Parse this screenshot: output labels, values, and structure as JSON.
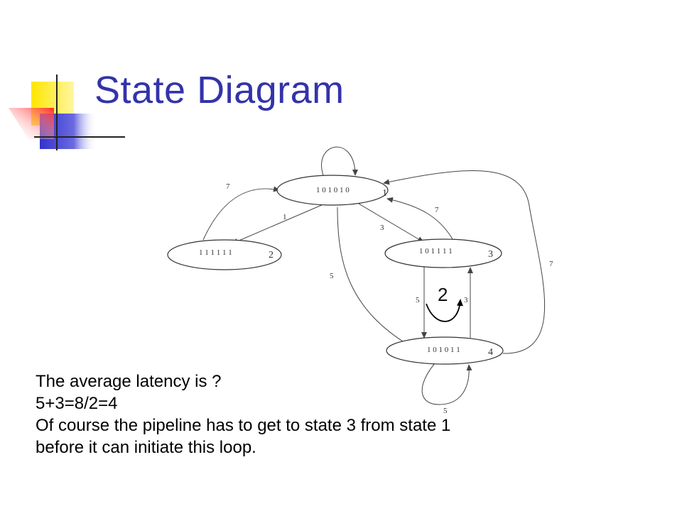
{
  "title": "State Diagram",
  "diagram": {
    "states": [
      {
        "id": "1",
        "code": "1 0 1 0 1 0",
        "label": "1"
      },
      {
        "id": "2",
        "code": "1 1 1 1 1 1",
        "label": "2"
      },
      {
        "id": "3",
        "code": "1 0 1 1 1 1",
        "label": "3"
      },
      {
        "id": "4",
        "code": "1 0 1 0 1 1",
        "label": "4"
      }
    ],
    "transitions": [
      {
        "from": "2",
        "to": "1",
        "label": "7"
      },
      {
        "from": "1",
        "to": "2",
        "label": "1"
      },
      {
        "from": "1",
        "to": "3",
        "label": "3"
      },
      {
        "from": "3",
        "to": "1",
        "label": "7"
      },
      {
        "from": "1",
        "to": "4",
        "label": "5"
      },
      {
        "from": "4",
        "to": "1",
        "label": "7"
      },
      {
        "from": "3",
        "to": "4",
        "label": "5"
      },
      {
        "from": "4",
        "to": "3",
        "label": "3"
      },
      {
        "from": "4",
        "to": "4",
        "label": "5"
      },
      {
        "from": "1",
        "to": "1",
        "label": ""
      }
    ],
    "loop_annotation": "2"
  },
  "body": {
    "line1": "The average latency is ?",
    "line2": "5+3=8/2=4",
    "line3": "Of course the pipeline has to get to state 3 from state 1",
    "line4": "before it can initiate this loop."
  },
  "colors": {
    "title": "#3333aa",
    "accent_yellow": "#ffd700",
    "accent_blue": "#3333cc",
    "accent_red": "#ff3333"
  }
}
